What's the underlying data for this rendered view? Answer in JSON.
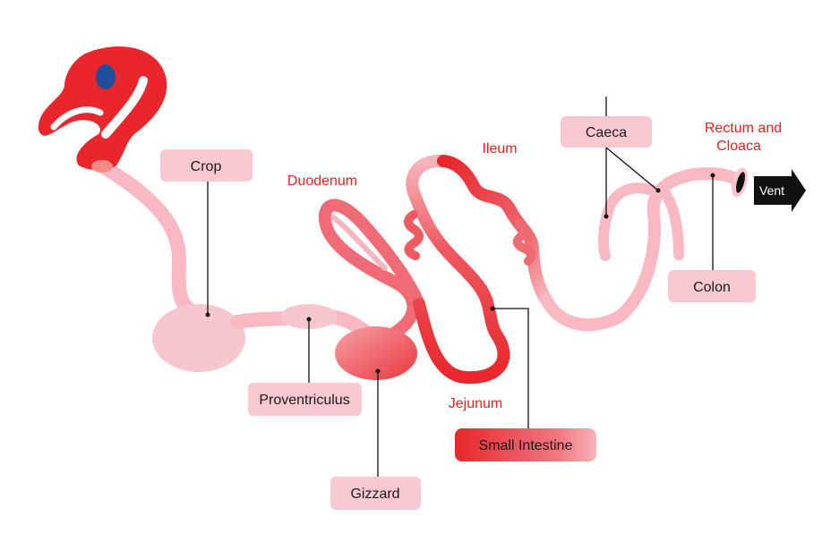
{
  "labels": {
    "crop": "Crop",
    "proventriculus": "Proventriculus",
    "gizzard": "Gizzard",
    "duodenum": "Duodenum",
    "ileum": "Ileum",
    "jejunum": "Jejunum",
    "small_intestine": "Small Intestine",
    "caeca": "Caeca",
    "rectum_line1": "Rectum and",
    "rectum_line2": "Cloaca",
    "colon": "Colon",
    "vent": "Vent"
  },
  "colors": {
    "tract_pink": "#f8b9c3",
    "organ_pink": "#f7c6ce",
    "intestine_red": "#e8262b",
    "label_box": "#f9c9d1",
    "red_label": "#e62020",
    "eye_blue": "#1f4e9a",
    "vent_arrow": "#111111"
  },
  "icons": {
    "head": "bird-head-icon",
    "eye": "eye-icon",
    "vent": "arrow-right-icon"
  }
}
